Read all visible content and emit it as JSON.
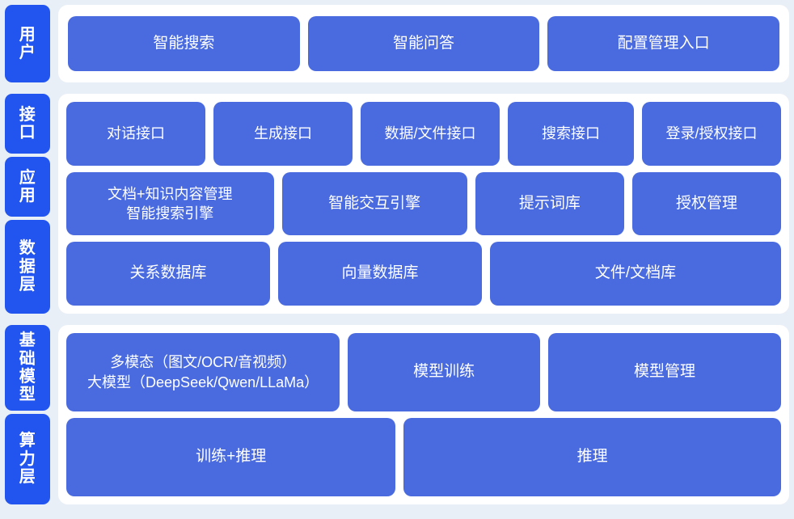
{
  "theme": {
    "page_background": "#e9eff6",
    "card_background": "#ffffff",
    "chip_color": "#2255f0",
    "box_color": "#4a6be0",
    "text_color": "#ffffff"
  },
  "bands": {
    "users": {
      "rail": [
        {
          "label": "用户"
        }
      ],
      "rows": [
        {
          "boxes": [
            {
              "label": "智能搜索"
            },
            {
              "label": "智能问答"
            },
            {
              "label": "配置管理入口"
            }
          ]
        }
      ]
    },
    "middle": {
      "rail": [
        {
          "label": "接口"
        },
        {
          "label": "应用"
        },
        {
          "label": "数据层"
        }
      ],
      "rows": [
        {
          "boxes": [
            {
              "label": "对话接口"
            },
            {
              "label": "生成接口"
            },
            {
              "label": "数据/文件接口"
            },
            {
              "label": "搜索接口"
            },
            {
              "label": "登录/授权接口"
            }
          ]
        },
        {
          "boxes": [
            {
              "label": "文档+知识内容管理\n智能搜索引擎"
            },
            {
              "label": "智能交互引擎"
            },
            {
              "label": "提示词库"
            },
            {
              "label": "授权管理"
            }
          ]
        },
        {
          "boxes": [
            {
              "label": "关系数据库"
            },
            {
              "label": "向量数据库"
            },
            {
              "label": "文件/文档库"
            }
          ]
        }
      ]
    },
    "bottom": {
      "rail": [
        {
          "label": "基础模型"
        },
        {
          "label": "算力层"
        }
      ],
      "rows": [
        {
          "boxes": [
            {
              "label": "多模态（图文/OCR/音视频）\n大模型（DeepSeek/Qwen/LLaMa）"
            },
            {
              "label": "模型训练"
            },
            {
              "label": "模型管理"
            }
          ]
        },
        {
          "boxes": [
            {
              "label": "训练+推理"
            },
            {
              "label": "推理"
            }
          ]
        }
      ]
    }
  }
}
